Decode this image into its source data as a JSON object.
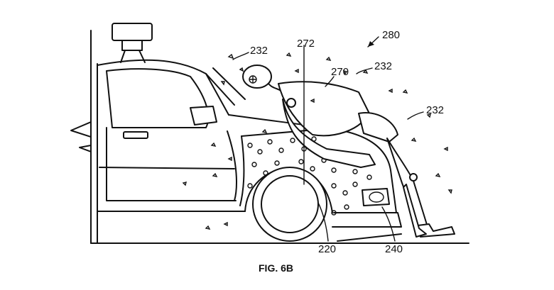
{
  "figure": {
    "caption": "FIG. 6B",
    "labels": {
      "vehicle": "280",
      "debris_left": "232",
      "debris_mid": "232",
      "debris_right": "232",
      "pedestrian": "270",
      "adhesive_layer": "272",
      "hood_surface": "220",
      "bumper": "240"
    }
  }
}
